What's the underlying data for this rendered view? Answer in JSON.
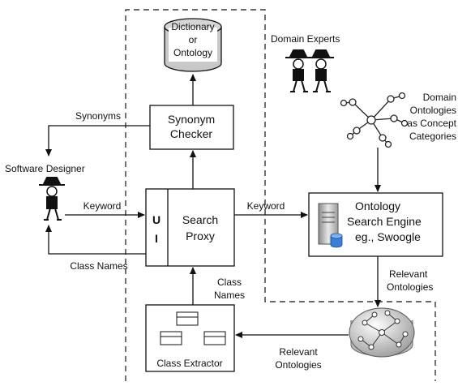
{
  "nodes": {
    "dictionary": {
      "line1": "Dictionary",
      "line2": "or",
      "line3": "Ontology"
    },
    "synonym_checker": {
      "line1": "Synonym",
      "line2": "Checker"
    },
    "search_proxy": {
      "ui_line1": "U",
      "ui_line2": "I",
      "line1": "Search",
      "line2": "Proxy"
    },
    "class_extractor": {
      "label": "Class Extractor"
    },
    "search_engine": {
      "line1": "Ontology",
      "line2": "Search Engine",
      "line3": "eg., Swoogle"
    },
    "domain_experts": {
      "label": "Domain Experts"
    },
    "domain_ontologies": {
      "line1": "Domain",
      "line2": "Ontologies",
      "line3": "as Concept",
      "line4": "Categories"
    },
    "software_designer": {
      "label": "Software Designer"
    }
  },
  "edges": {
    "synonyms": "Synonyms",
    "keyword_designer": "Keyword",
    "keyword_engine": "Keyword",
    "class_names_designer": "Class Names",
    "class_names_proxy_line1": "Class",
    "class_names_proxy_line2": "Names",
    "relevant_ontologies_engine_line1": "Relevant",
    "relevant_ontologies_engine_line2": "Ontologies",
    "relevant_ontologies_extractor_line1": "Relevant",
    "relevant_ontologies_extractor_line2": "Ontologies"
  },
  "colors": {
    "cylinder_fill": "#c8c8c8",
    "line": "#111111"
  }
}
